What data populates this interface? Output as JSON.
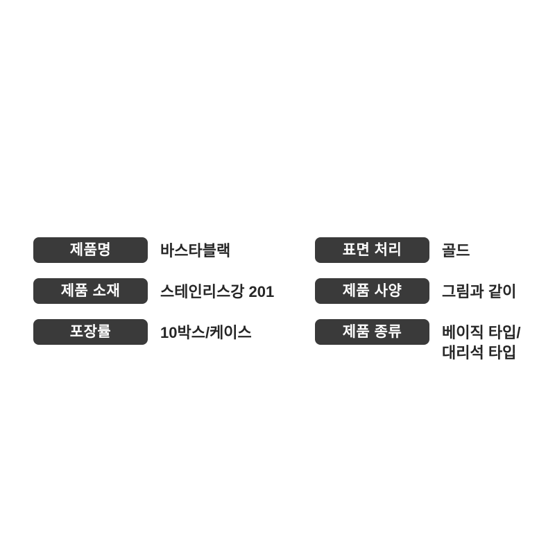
{
  "document": {
    "type": "product-specification-table",
    "background_color": "#ffffff",
    "badge_color": "#3a3a3a",
    "badge_text_color": "#ffffff",
    "value_text_color": "#262626"
  },
  "spec_rows": [
    {
      "left": {
        "label": "제품명",
        "value": "바스타블랙"
      },
      "right": {
        "label": "표면 처리",
        "value": "골드"
      }
    },
    {
      "left": {
        "label": "제품 소재",
        "value": "스테인리스강 201"
      },
      "right": {
        "label": "제품 사양",
        "value": "그림과 같이"
      }
    },
    {
      "left": {
        "label": "포장률",
        "value": "10박스/케이스"
      },
      "right": {
        "label": "제품 종류",
        "value": "베이직 타입/\n대리석 타입"
      }
    }
  ]
}
